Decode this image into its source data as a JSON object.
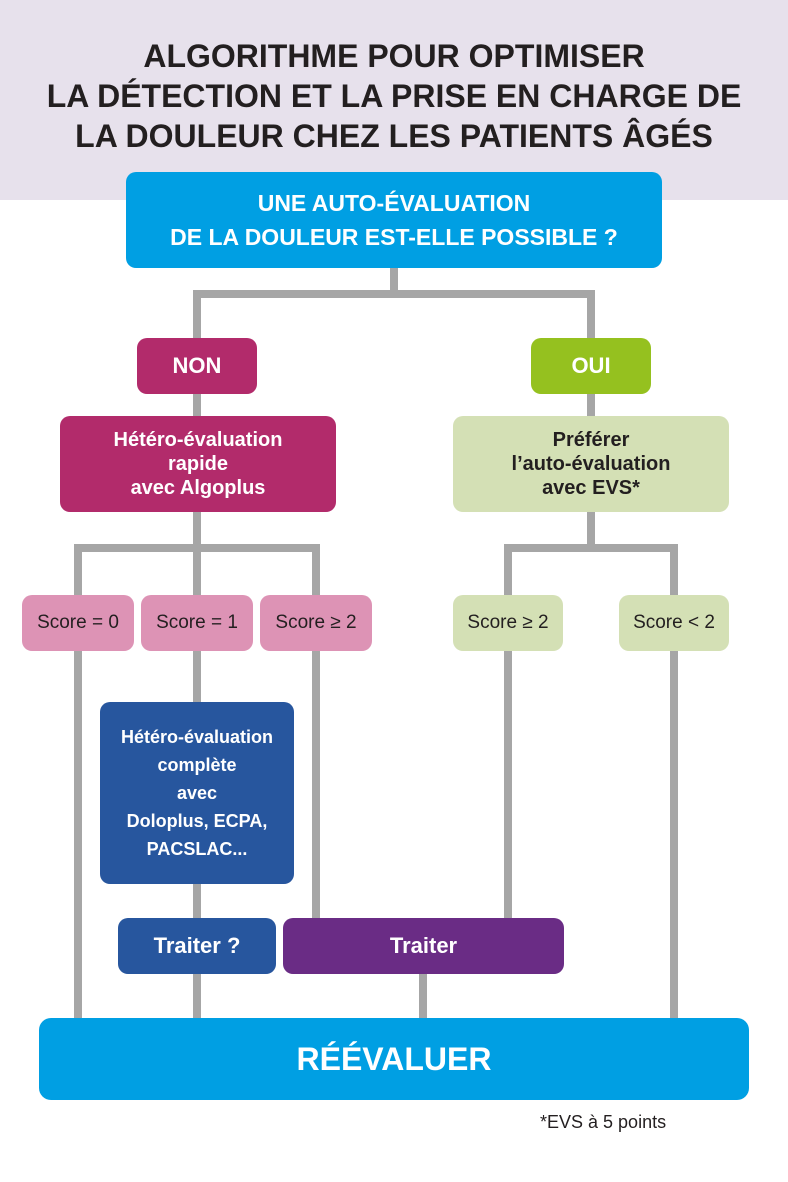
{
  "title_lines": [
    "ALGORITHME POUR OPTIMISER",
    "LA DÉTECTION ET LA PRISE EN CHARGE DE",
    "LA DOULEUR CHEZ LES PATIENTS ÂGÉS"
  ],
  "question_lines": [
    "UNE AUTO-ÉVALUATION",
    "DE LA DOULEUR EST-ELLE POSSIBLE ?"
  ],
  "non_label": "NON",
  "oui_label": "OUI",
  "hetero_lines": [
    "Hétéro-évaluation",
    "rapide",
    "avec Algoplus"
  ],
  "prefer_lines": [
    "Préférer",
    "l’auto-évaluation",
    "avec EVS*"
  ],
  "scores": {
    "s0": "Score = 0",
    "s1": "Score = 1",
    "s2": "Score ≥ 2",
    "s3": "Score ≥ 2",
    "s4": "Score < 2"
  },
  "complete_lines": [
    "Hétéro-évaluation",
    "complète",
    "avec",
    "Doloplus, ECPA,",
    "PACSLAC..."
  ],
  "traiter_question": "Traiter ?",
  "traiter": "Traiter",
  "reevaluer": "RÉÉVALUER",
  "footnote": "*EVS à 5 points",
  "colors": {
    "header_bg": "#e7e1ec",
    "blue": "#009fe3",
    "magenta": "#b22b6b",
    "pink": "#dd93b5",
    "green": "#95c11f",
    "light_green": "#d4e0b5",
    "dark_blue": "#27569e",
    "purple": "#6a2c85",
    "connector": "#a6a6a6"
  }
}
